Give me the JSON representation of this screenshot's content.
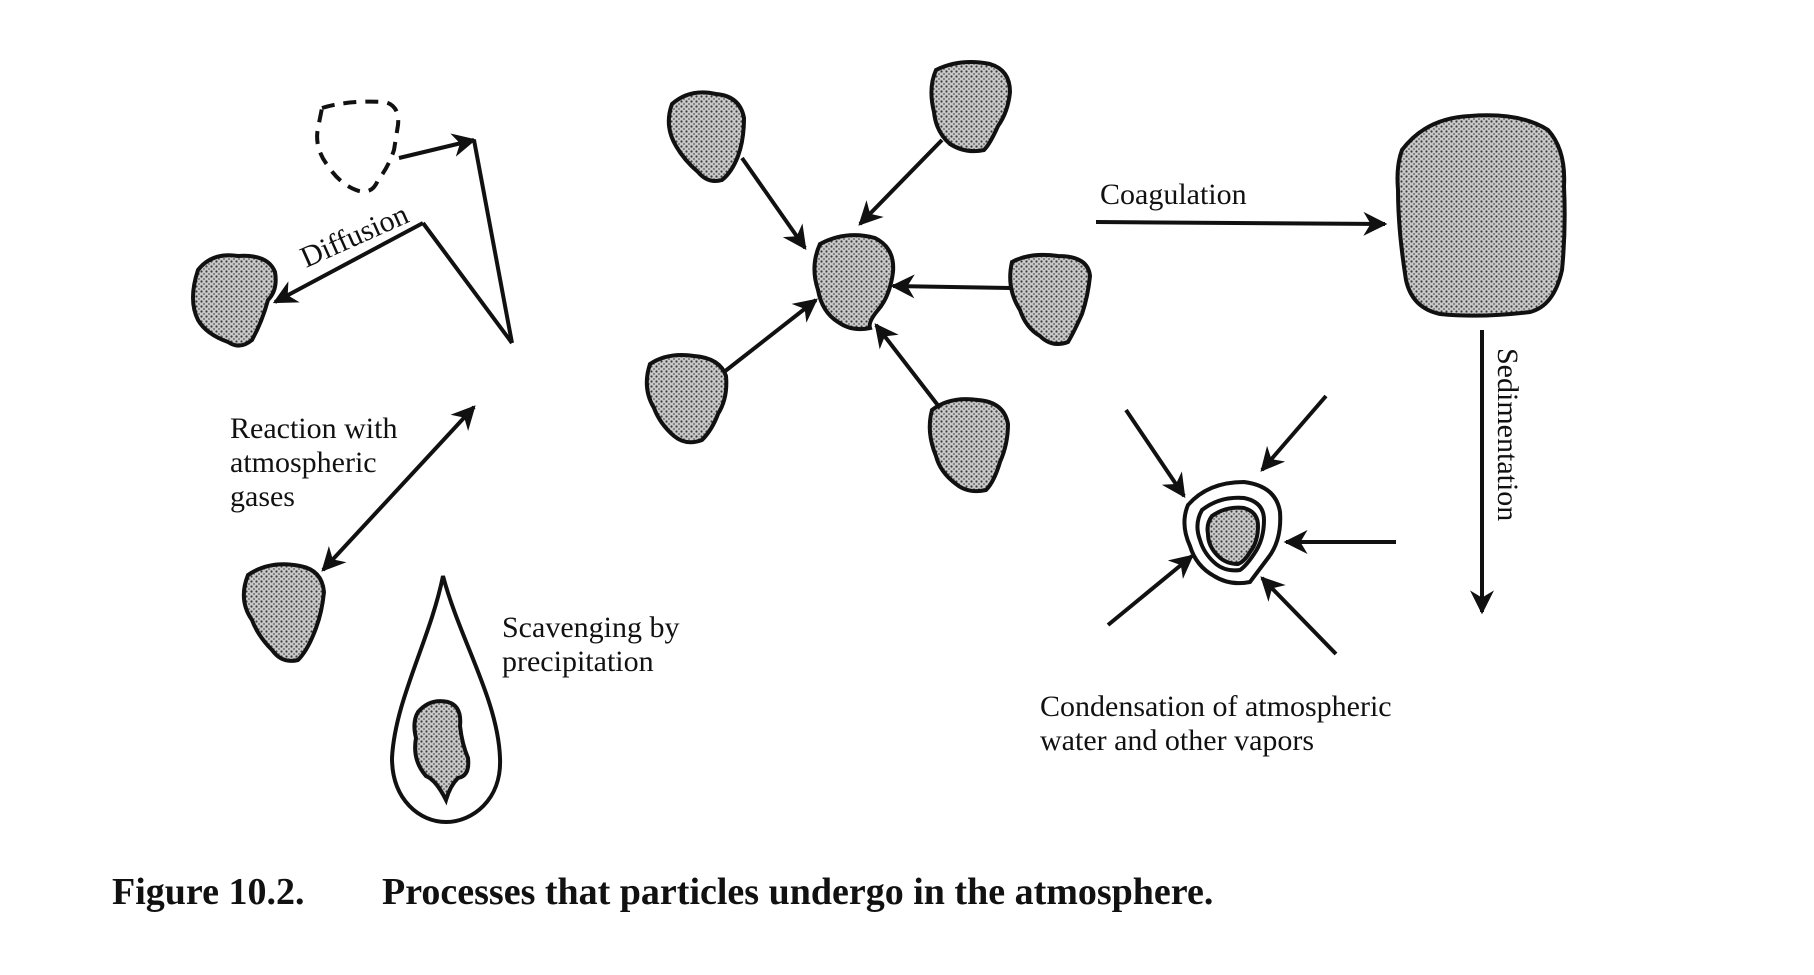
{
  "labels": {
    "diffusion": "Diffusion",
    "reaction_line1": "Reaction with",
    "reaction_line2": "atmospheric",
    "reaction_line3": "gases",
    "scavenging_line1": "Scavenging by",
    "scavenging_line2": "precipitation",
    "coagulation": "Coagulation",
    "sedimentation": "Sedimentation",
    "condensation_line1": "Condensation of atmospheric",
    "condensation_line2": "water and other vapors"
  },
  "caption": {
    "number": "Figure 10.2.",
    "text": "Processes that particles undergo in the atmosphere."
  }
}
